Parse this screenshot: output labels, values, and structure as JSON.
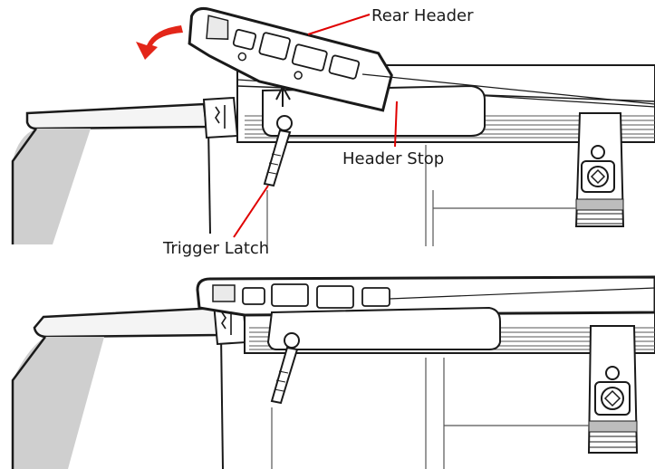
{
  "diagram": {
    "labels": {
      "rear_header": "Rear Header",
      "header_stop": "Header Stop",
      "trigger_latch": "Trigger Latch"
    },
    "colors": {
      "callout_line": "#e00000",
      "rotation_arrow": "#e32619",
      "outline": "#1a1a1a",
      "shading": "#c8c8c8",
      "rail_fill": "#dedede"
    },
    "icons": [
      "curved-arrow-icon",
      "lock-icon"
    ]
  }
}
